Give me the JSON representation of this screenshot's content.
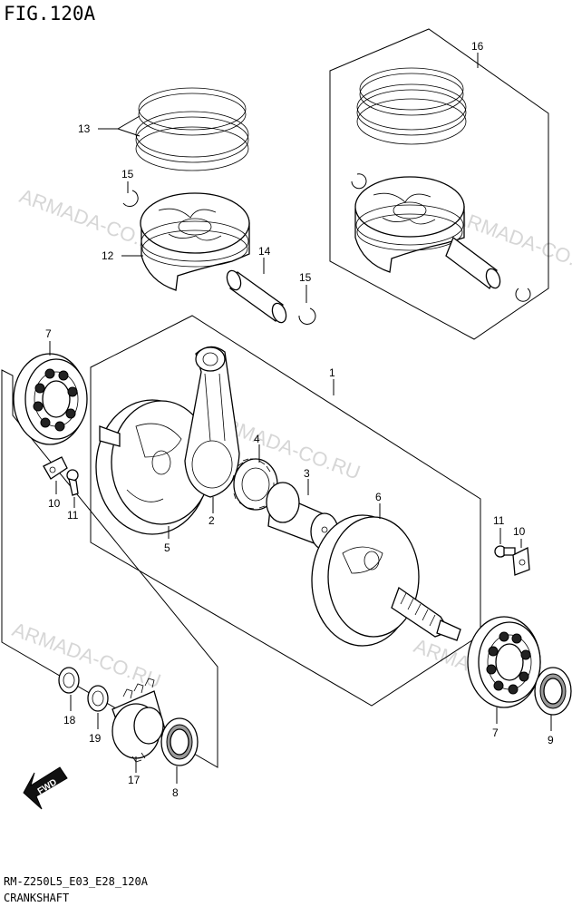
{
  "figure_title": "FIG.120A",
  "footer": {
    "code": "RM-Z250L5_E03_E28_120A",
    "section": "CRANKSHAFT"
  },
  "watermark": "ARMADA-CO.RU",
  "fwd_label": "FWD",
  "callouts": {
    "c1": "1",
    "c2": "2",
    "c3": "3",
    "c4": "4",
    "c5": "5",
    "c6": "6",
    "c7a": "7",
    "c7b": "7",
    "c8": "8",
    "c9": "9",
    "c10a": "10",
    "c10b": "10",
    "c11a": "11",
    "c11b": "11",
    "c12": "12",
    "c13": "13",
    "c14": "14",
    "c15a": "15",
    "c15b": "15",
    "c16": "16",
    "c17": "17",
    "c18": "18",
    "c19": "19"
  }
}
